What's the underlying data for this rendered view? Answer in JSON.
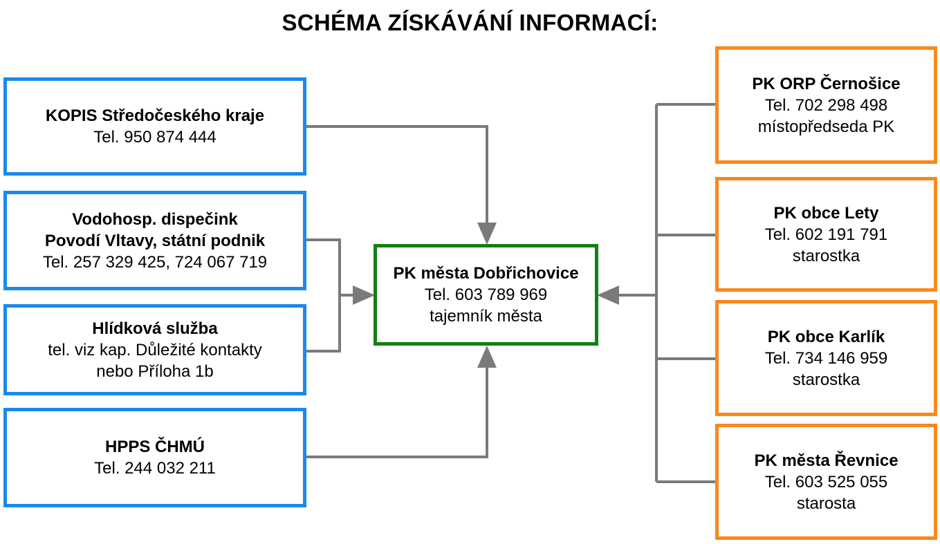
{
  "title": "SCHÉMA ZÍSKÁVÁNÍ INFORMACÍ:",
  "center": {
    "name": "PK města Dobřichovice",
    "lines": [
      "Tel. 603 789 969",
      "tajemník města"
    ]
  },
  "left": [
    {
      "id": "kopis",
      "bold": [
        "KOPIS Středočeského kraje"
      ],
      "lines": [
        "Tel. 950 874 444"
      ]
    },
    {
      "id": "vodohosp",
      "bold": [
        "Vodohosp. dispečink",
        "Povodí Vltavy, státní podnik"
      ],
      "lines": [
        "Tel. 257 329 425, 724 067 719"
      ]
    },
    {
      "id": "hlidkova",
      "bold": [
        "Hlídková služba"
      ],
      "lines": [
        "tel. viz kap. Důležité kontakty",
        "nebo Příloha 1b"
      ]
    },
    {
      "id": "hpps",
      "bold": [
        "HPPS ČHMÚ"
      ],
      "lines": [
        "Tel. 244 032 211"
      ]
    }
  ],
  "right": [
    {
      "id": "cernosice",
      "bold": [
        "PK ORP Černošice"
      ],
      "lines": [
        "Tel. 702 298 498",
        "místopředseda PK"
      ]
    },
    {
      "id": "lety",
      "bold": [
        "PK obce Lety"
      ],
      "lines": [
        "Tel. 602 191 791",
        "starostka"
      ]
    },
    {
      "id": "karlik",
      "bold": [
        "PK obce Karlík"
      ],
      "lines": [
        "Tel. 734 146 959",
        "starostka"
      ]
    },
    {
      "id": "revnice",
      "bold": [
        "PK města Řevnice"
      ],
      "lines": [
        "Tel. 603 525 055",
        "starosta"
      ]
    }
  ],
  "colors": {
    "left_border": "#1b88f0",
    "right_border": "#f9881c",
    "center_border": "#128012",
    "connector": "#7a7a7a"
  }
}
